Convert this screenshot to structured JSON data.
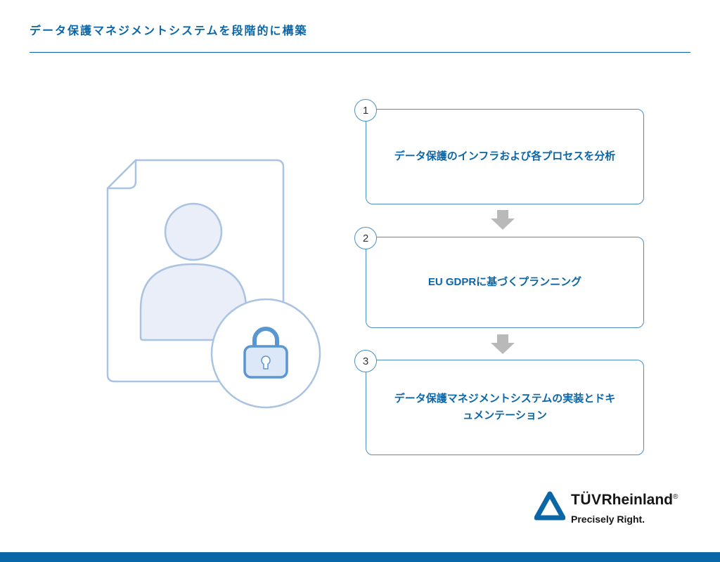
{
  "page": {
    "title": "データ保護マネジメントシステムを段階的に構築"
  },
  "steps": [
    {
      "number": "1",
      "text": "データ保護のインフラおよび各プロセスを分析"
    },
    {
      "number": "2",
      "text": "EU GDPRに基づくプランニング"
    },
    {
      "number": "3",
      "text": "データ保護マネジメントシステムの実装とドキュメンテーション"
    }
  ],
  "logo": {
    "brand_tuv": "TÜV",
    "brand_rheinland": "Rheinland",
    "registered": "®",
    "tagline": "Precisely Right."
  },
  "colors": {
    "accent_blue": "#0b66a8",
    "box_border_blue": "#4b8ec6",
    "illustration_stroke": "#a9c3e2",
    "illustration_fill": "#e9eef8",
    "lock_stroke": "#5a96cf",
    "lock_fill": "#dce7f8",
    "arrow_gray": "#b9b9b9",
    "footer_bar": "#0b66a8"
  },
  "icons": {
    "person": "person-document-icon",
    "lock": "lock-icon",
    "arrow_down": "arrow-down-icon",
    "logo_triangle": "tuv-triangle-icon"
  }
}
